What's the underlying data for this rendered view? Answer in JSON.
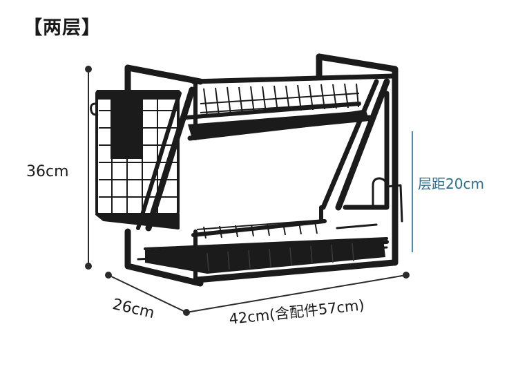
{
  "title": "【两层】",
  "dimensions": {
    "height": "36cm",
    "layer_spacing": "层距20cm",
    "depth": "26cm",
    "width": "42cm(含配件57cm)"
  },
  "colors": {
    "rack": "#1b1b1b",
    "dimension_line": "#2a2a2a",
    "spacing_line": "#4a8bb0"
  }
}
